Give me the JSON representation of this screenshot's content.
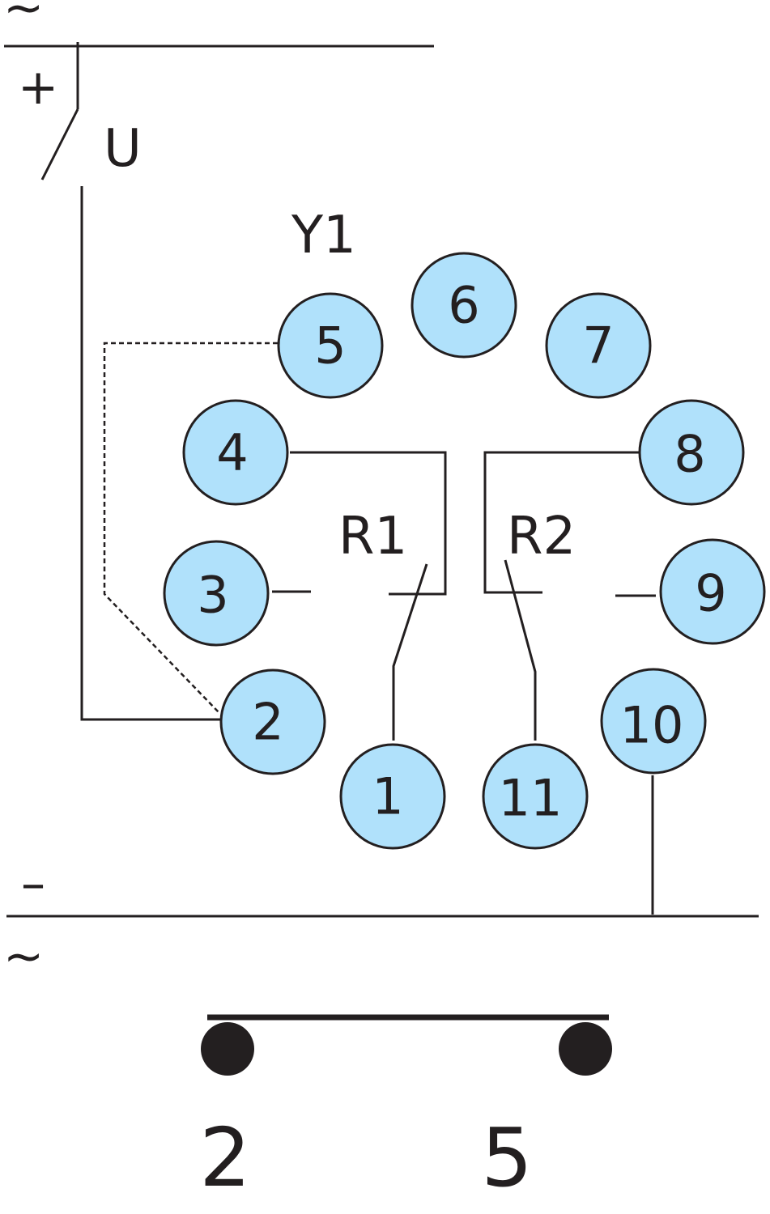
{
  "colors": {
    "pin_fill": "#b0e1fb",
    "line": "#231f20"
  },
  "supply": {
    "plus_sign": "+",
    "minus_sign": "–",
    "switch_label": "U",
    "ac_symbol": "~"
  },
  "relay": {
    "name": "Y1",
    "contact_1": "R1",
    "contact_2": "R2"
  },
  "pins": [
    {
      "id": "1",
      "label": "1"
    },
    {
      "id": "2",
      "label": "2"
    },
    {
      "id": "3",
      "label": "3"
    },
    {
      "id": "4",
      "label": "4"
    },
    {
      "id": "5",
      "label": "5"
    },
    {
      "id": "6",
      "label": "6"
    },
    {
      "id": "7",
      "label": "7"
    },
    {
      "id": "8",
      "label": "8"
    },
    {
      "id": "9",
      "label": "9"
    },
    {
      "id": "10",
      "label": "10"
    },
    {
      "id": "11",
      "label": "11"
    }
  ],
  "jumper": {
    "left_label": "2",
    "right_label": "5"
  }
}
